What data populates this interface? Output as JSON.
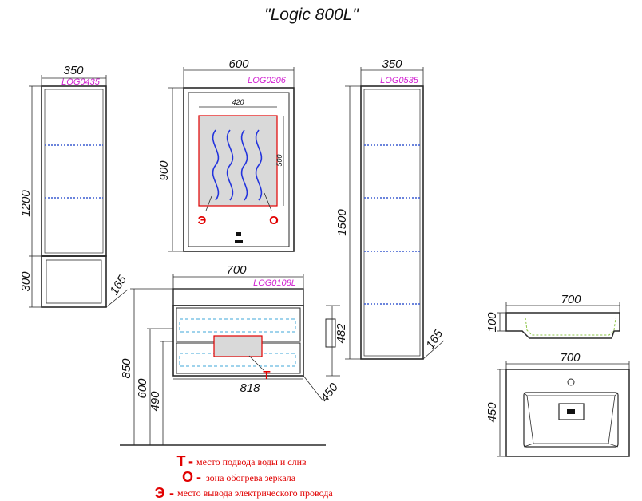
{
  "title": "\"Logic 800L\"",
  "cabinet_left": {
    "code": "LOG0435",
    "width": "350",
    "height": "1200",
    "lower": "300",
    "depth": "165"
  },
  "mirror": {
    "code": "LOG0206",
    "width": "600",
    "height": "900",
    "heat_width": "420",
    "heat_height": "500",
    "mark_e": "Э",
    "mark_o": "O"
  },
  "cabinet_right": {
    "code": "LOG0535",
    "width": "350",
    "height": "1500",
    "depth": "165"
  },
  "vanity": {
    "code": "LOG0108L",
    "width": "700",
    "inner_width": "818",
    "height": "482",
    "depth": "450",
    "h850": "850",
    "h600": "600",
    "h490": "490",
    "mark_t": "T"
  },
  "sink": {
    "side_width": "700",
    "side_height": "100",
    "top_width": "700",
    "top_depth": "450"
  },
  "legend": [
    {
      "mark": "T",
      "sep": "-",
      "text": "место подвода воды и слив"
    },
    {
      "mark": "O",
      "sep": "-",
      "text": "зона обогрева зеркала"
    },
    {
      "mark": "Э",
      "sep": "-",
      "text": "место вывода электрического провода"
    }
  ],
  "colors": {
    "line": "#2a2a2a",
    "code": "#d11fd1",
    "red": "#e10000",
    "heat_fill": "#d9d9d9",
    "wave": "#2233dd",
    "dash": "#3fa7d9",
    "sink_green": "#8fc64a"
  }
}
